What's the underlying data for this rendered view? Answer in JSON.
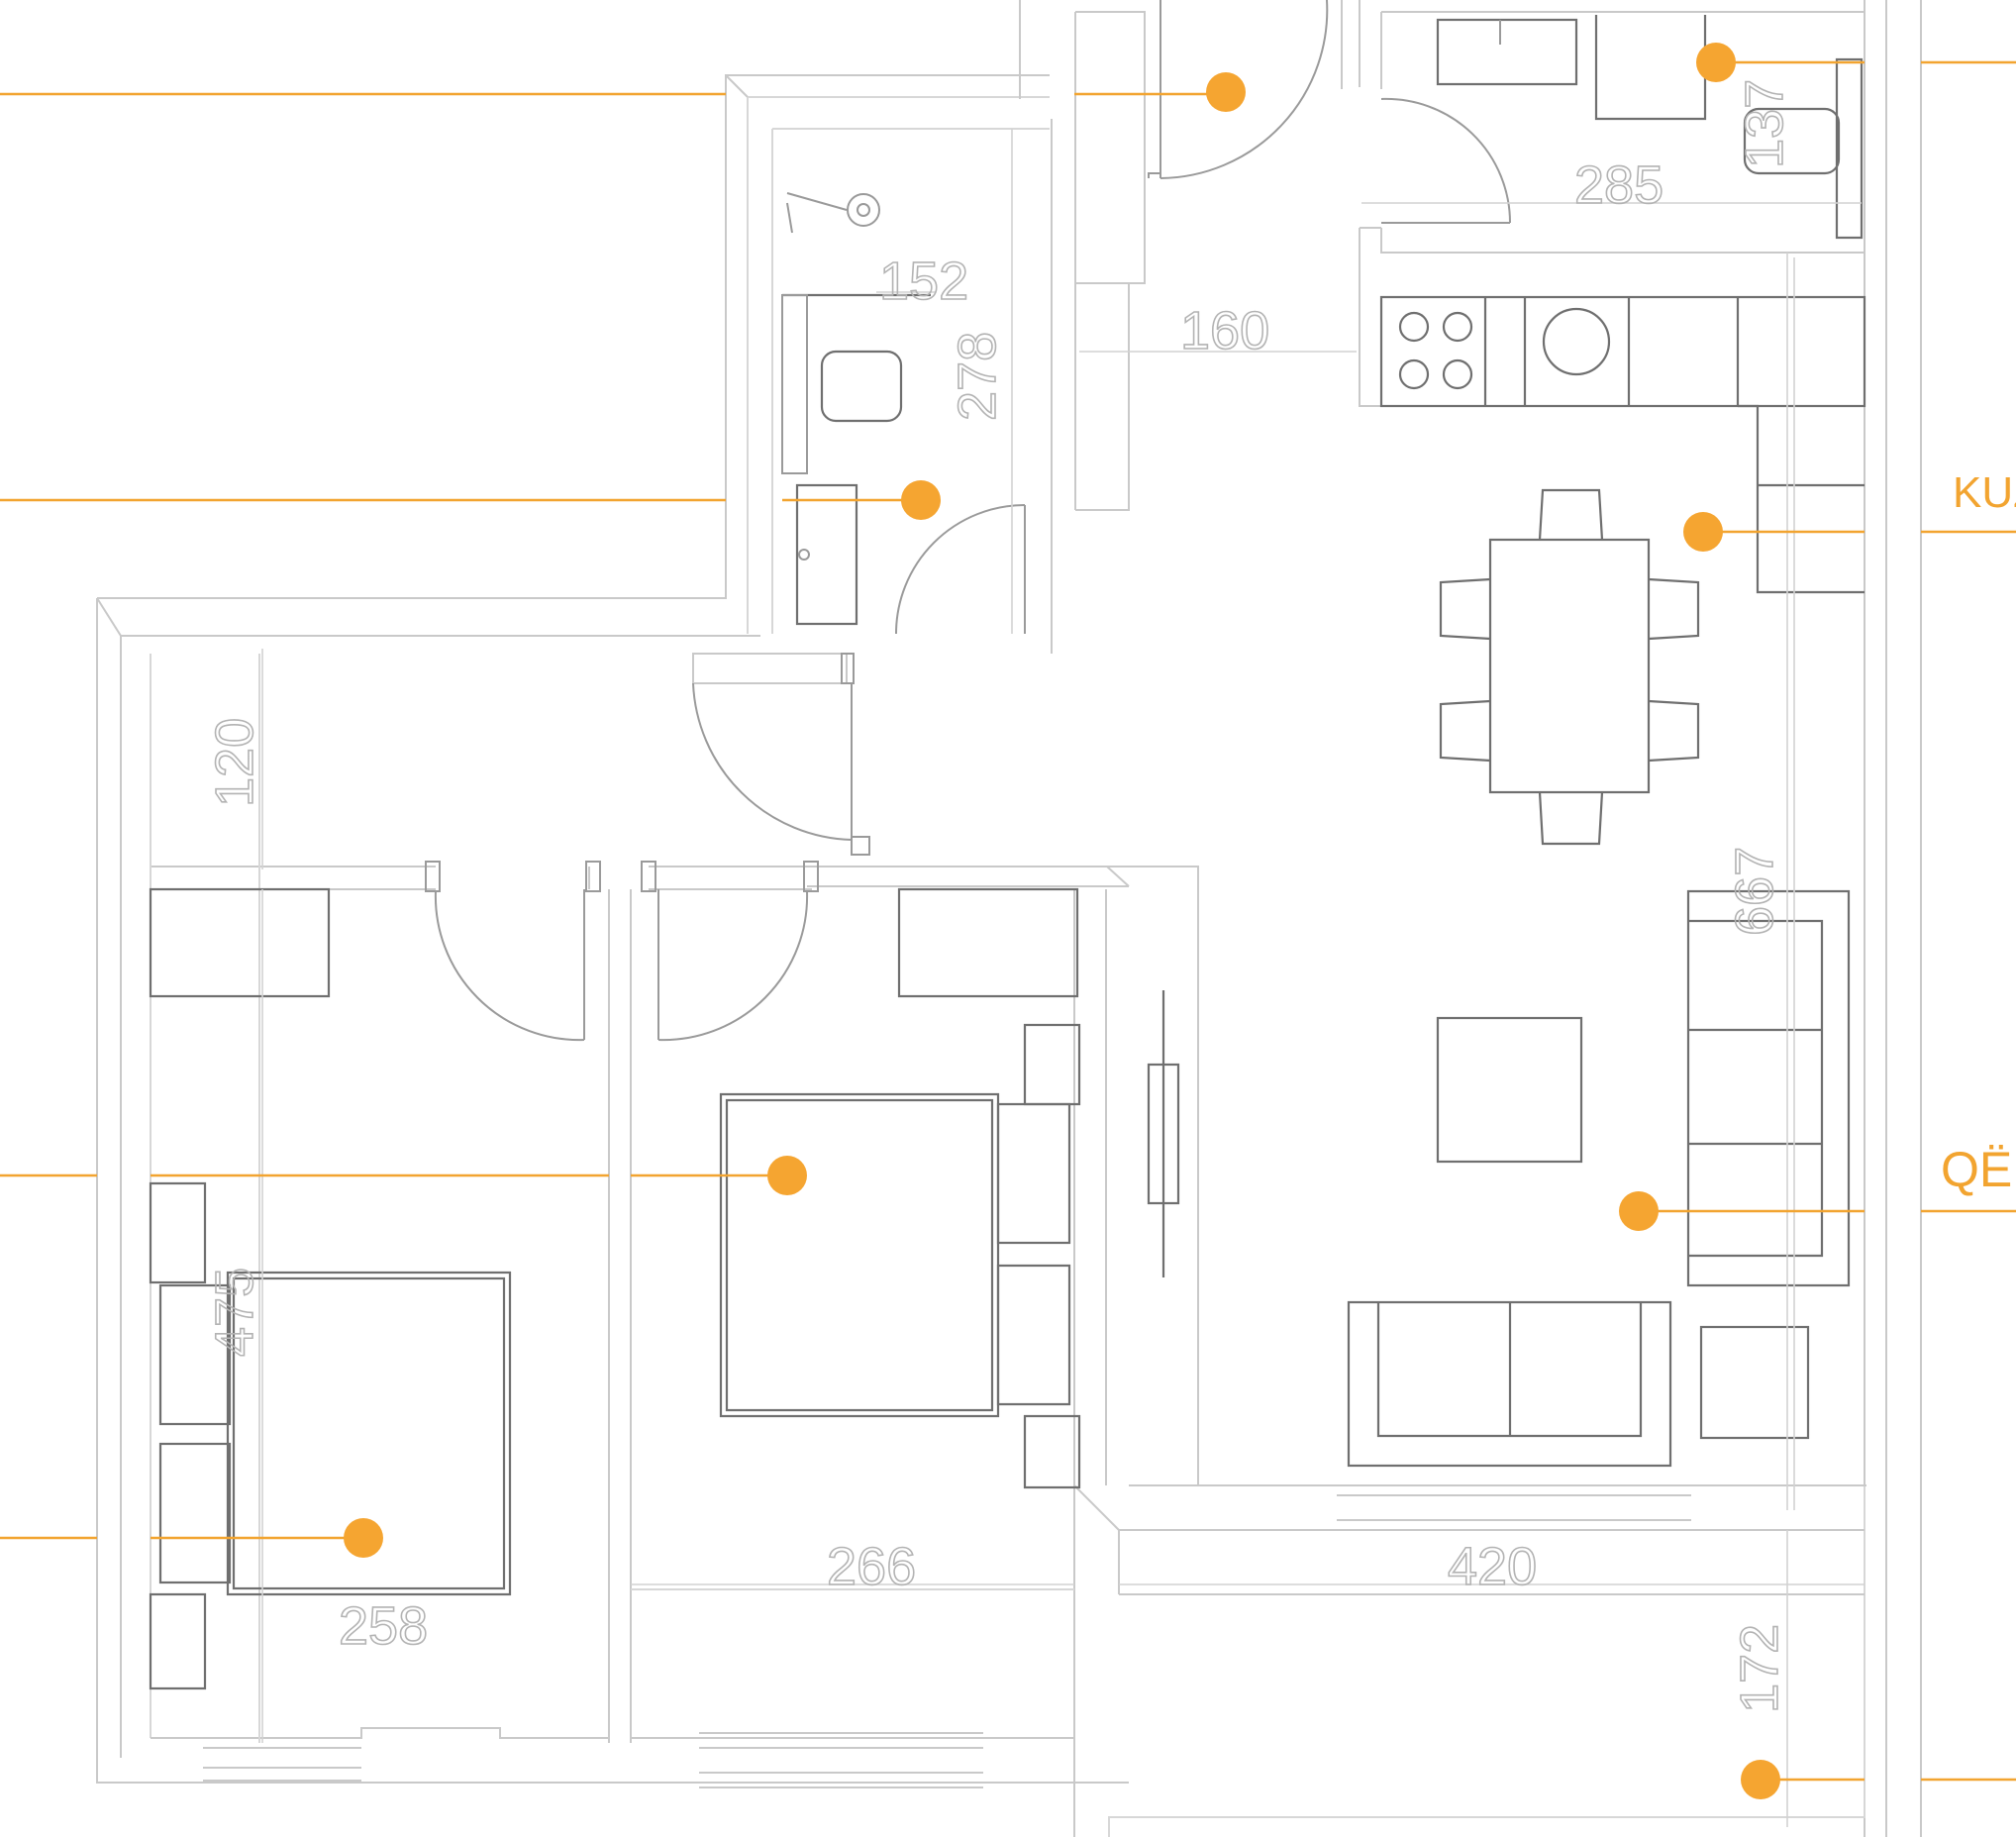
{
  "labels": {
    "kitchen": "KUZ",
    "living": "QËN"
  },
  "dimensions": {
    "d152": "152",
    "d278": "278",
    "d160": "160",
    "d285": "285",
    "d137": "137",
    "d120": "120",
    "d667": "667",
    "d475": "475",
    "d258": "258",
    "d266": "266",
    "d420": "420",
    "d172": "172"
  },
  "colors": {
    "accent": "#f5a531",
    "wall": "#c9c9c9",
    "furniture": "#6f6f6f"
  }
}
